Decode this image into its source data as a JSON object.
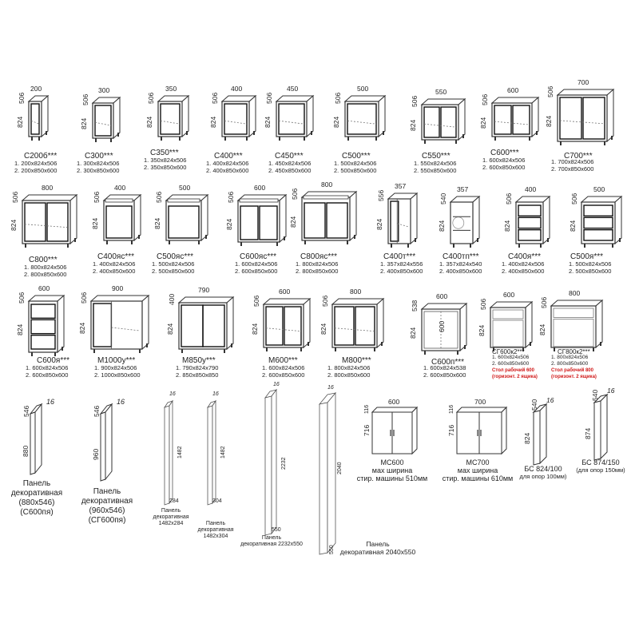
{
  "row1": [
    {
      "name": "С200б***",
      "specs": [
        "1. 200x824x506",
        "2. 200x850x600"
      ],
      "w": "200",
      "h": "824",
      "d": "506"
    },
    {
      "name": "С300***",
      "specs": [
        "1. 300x824x506",
        "2. 300x850x600"
      ],
      "w": "300",
      "h": "824",
      "d": "506"
    },
    {
      "name": "С350***",
      "specs": [
        "1. 350x824x506",
        "2. 350x850x600"
      ],
      "w": "350",
      "h": "824",
      "d": "506"
    },
    {
      "name": "С400***",
      "specs": [
        "1. 400x824x506",
        "2. 400x850x600"
      ],
      "w": "400",
      "h": "824",
      "d": "506"
    },
    {
      "name": "С450***",
      "specs": [
        "1. 450x824x506",
        "2. 450x850x600"
      ],
      "w": "450",
      "h": "824",
      "d": "506"
    },
    {
      "name": "С500***",
      "specs": [
        "1. 500x824x506",
        "2. 500x850x600"
      ],
      "w": "500",
      "h": "824",
      "d": "506"
    },
    {
      "name": "С550***",
      "specs": [
        "1. 550x824x506",
        "2. 550x850x600"
      ],
      "w": "550",
      "h": "824",
      "d": "506"
    },
    {
      "name": "С600***",
      "specs": [
        "1. 600x824x506",
        "2. 600x850x600"
      ],
      "w": "600",
      "h": "824",
      "d": "506"
    },
    {
      "name": "С700***",
      "specs": [
        "1. 700x824x506",
        "2. 700x850x600"
      ],
      "w": "700",
      "h": "824",
      "d": "506"
    }
  ],
  "row2": [
    {
      "name": "С800***",
      "specs": [
        "1. 800x824x506",
        "2. 800x850x600"
      ],
      "w": "800",
      "h": "824",
      "d": "506"
    },
    {
      "name": "С400яс***",
      "specs": [
        "1. 400x824x506",
        "2. 400x850x600"
      ],
      "w": "400",
      "h": "824",
      "d": "506"
    },
    {
      "name": "С500яс***",
      "specs": [
        "1. 500x824x506",
        "2. 500x850x600"
      ],
      "w": "500",
      "h": "824",
      "d": "506"
    },
    {
      "name": "С600яс***",
      "specs": [
        "1. 600x824x506",
        "2. 600x850x600"
      ],
      "w": "600",
      "h": "824",
      "d": "506"
    },
    {
      "name": "С800яс***",
      "specs": [
        "1. 800x824x506",
        "2. 800x850x600"
      ],
      "w": "800",
      "h": "824",
      "d": "506"
    },
    {
      "name": "С400т***",
      "specs": [
        "1. 357x824x556",
        "2. 400x850x600"
      ],
      "w": "357",
      "h": "824",
      "d": "556"
    },
    {
      "name": "С400тп***",
      "specs": [
        "1. 357x824x540",
        "2. 400x850x600"
      ],
      "w": "357",
      "h": "824",
      "d": "540"
    },
    {
      "name": "С400я***",
      "specs": [
        "1. 400x824x506",
        "2. 400x850x600"
      ],
      "w": "400",
      "h": "824",
      "d": "506"
    },
    {
      "name": "С500я***",
      "specs": [
        "1. 500x824x506",
        "2. 500x850x600"
      ],
      "w": "500",
      "h": "824",
      "d": "506"
    }
  ],
  "row3": [
    {
      "name": "С600я***",
      "specs": [
        "1. 600x824x506",
        "2. 600x850x600"
      ],
      "w": "600",
      "h": "824",
      "d": "506"
    },
    {
      "name": "М1000у***",
      "specs": [
        "1. 900x824x506",
        "2. 1000x850x600"
      ],
      "w": "900",
      "h": "824",
      "d": "506"
    },
    {
      "name": "М850у***",
      "specs": [
        "1. 790x824x790",
        "2. 850x850x850"
      ],
      "w": "790",
      "h": "824",
      "d": "400"
    },
    {
      "name": "М600***",
      "specs": [
        "1. 600x824x506",
        "2. 600x850x600"
      ],
      "w": "600",
      "h": "824",
      "d": "506"
    },
    {
      "name": "М800***",
      "specs": [
        "1. 800x824x506",
        "2. 800x850x600"
      ],
      "w": "800",
      "h": "824",
      "d": "506"
    },
    {
      "name": "С600п***",
      "specs": [
        "1. 600x824x538",
        "2. 600x850x600"
      ],
      "w": "600",
      "h": "824",
      "d": "538",
      "inner": "600"
    },
    {
      "name": "СГ600к2***",
      "specs": [
        "1. 600x824x506",
        "2. 600x850x600"
      ],
      "note": [
        "Стол рабочий 600",
        "(горизонт. 2 ящика)"
      ],
      "w": "600",
      "h": "824",
      "d": "506"
    },
    {
      "name": "СГ800к2***",
      "specs": [
        "1. 800x824x506",
        "2. 800x850x600"
      ],
      "note": [
        "Стол рабочий 800",
        "(горизонт. 2 ящика)"
      ],
      "w": "800",
      "h": "824",
      "d": "506"
    }
  ],
  "panels": {
    "p1": {
      "lines": [
        "Панель",
        "декоративная",
        "(880x546)",
        "(С600пя)"
      ],
      "h": "880",
      "d": "546",
      "t": "16"
    },
    "p2": {
      "lines": [
        "Панель",
        "декоративная",
        "(960x546)",
        "(СГ600пя)"
      ],
      "h": "960",
      "d": "546",
      "t": "16"
    },
    "p3": {
      "lines": [
        "Панель",
        "декоративная",
        "1482x284"
      ],
      "h": "1482",
      "d": "284",
      "t": "16"
    },
    "p4": {
      "lines": [
        "Панель",
        "декоративная",
        "1482x304"
      ],
      "h": "1482",
      "d": "304",
      "t": "16"
    },
    "p5": {
      "lines": [
        "Панель",
        "декоративная 2232x550"
      ],
      "h": "2232",
      "d": "550",
      "t": "16"
    },
    "p6": {
      "lines": [
        "Панель",
        "декоративная 2040x550"
      ],
      "h": "2040",
      "d": "550",
      "t": "16"
    }
  },
  "hoods": {
    "mc600": {
      "lines": [
        "МС600",
        "мах ширина",
        "стир. машины 510мм"
      ],
      "w": "600",
      "h": "716",
      "d": "116"
    },
    "mc700": {
      "lines": [
        "МС700",
        "мах ширина",
        "стир. машины 610мм"
      ],
      "w": "700",
      "h": "716",
      "d": "116"
    }
  },
  "bs": {
    "bs824": {
      "lines": [
        "БС 824/100",
        "для опор 100мм)"
      ],
      "h": "824",
      "d": "540",
      "t": "16"
    },
    "bs874": {
      "lines": [
        "БС 874/150",
        "(для опор 150мм)"
      ],
      "h": "874",
      "d": "540",
      "t": "16"
    }
  }
}
